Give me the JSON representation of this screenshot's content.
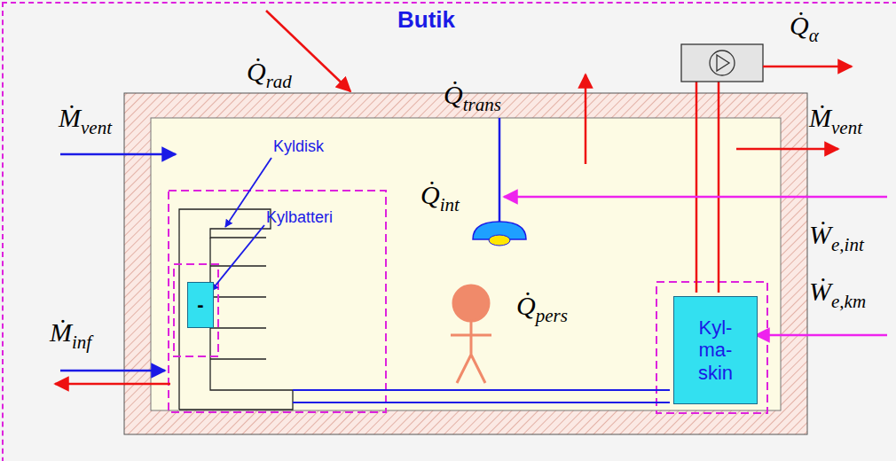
{
  "diagram": {
    "nodes": [
      {
        "text": [
          "Butik"
        ]
      },
      {
        "text": [
          "-"
        ],
        "in": 0
      },
      {
        "text": [
          "Kyl- ma- skin"
        ],
        "in": 0
      }
    ],
    "labels": [
      "Q̇rad",
      "Q̇trans",
      "Q̇α",
      "Ṁvent",
      "Ṁvent",
      "Q̇int",
      "Ẇe,int",
      "Ẇe,km",
      "Q̇pers",
      "Ṁinf",
      "Kyldisk",
      "Kylbatteri"
    ]
  }
}
